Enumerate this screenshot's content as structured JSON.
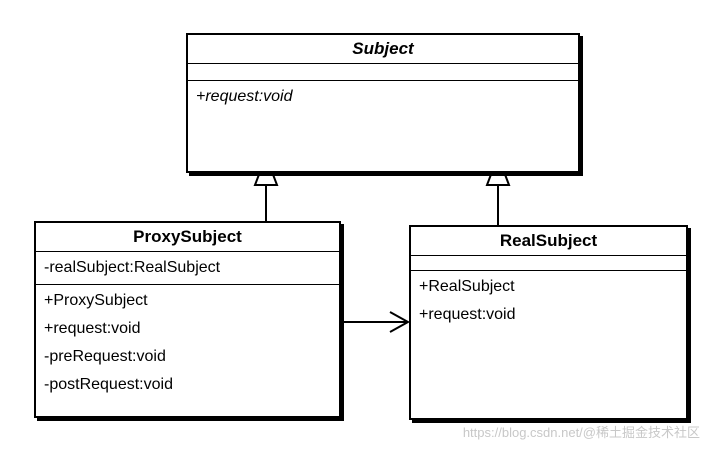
{
  "classes": {
    "subject": {
      "name": "Subject",
      "attributes": [],
      "operations": [
        "+request:void"
      ]
    },
    "proxy": {
      "name": "ProxySubject",
      "attributes": [
        "-realSubject:RealSubject"
      ],
      "operations": [
        "+ProxySubject",
        "+request:void",
        "-preRequest:void",
        "-postRequest:void"
      ]
    },
    "real": {
      "name": "RealSubject",
      "attributes": [],
      "operations": [
        "+RealSubject",
        "+request:void"
      ]
    }
  },
  "relations": [
    {
      "type": "generalization",
      "from": "ProxySubject",
      "to": "Subject"
    },
    {
      "type": "generalization",
      "from": "RealSubject",
      "to": "Subject"
    },
    {
      "type": "association",
      "from": "ProxySubject",
      "to": "RealSubject"
    }
  ],
  "watermark": "https://blog.csdn.net/@稀土掘金技术社区"
}
